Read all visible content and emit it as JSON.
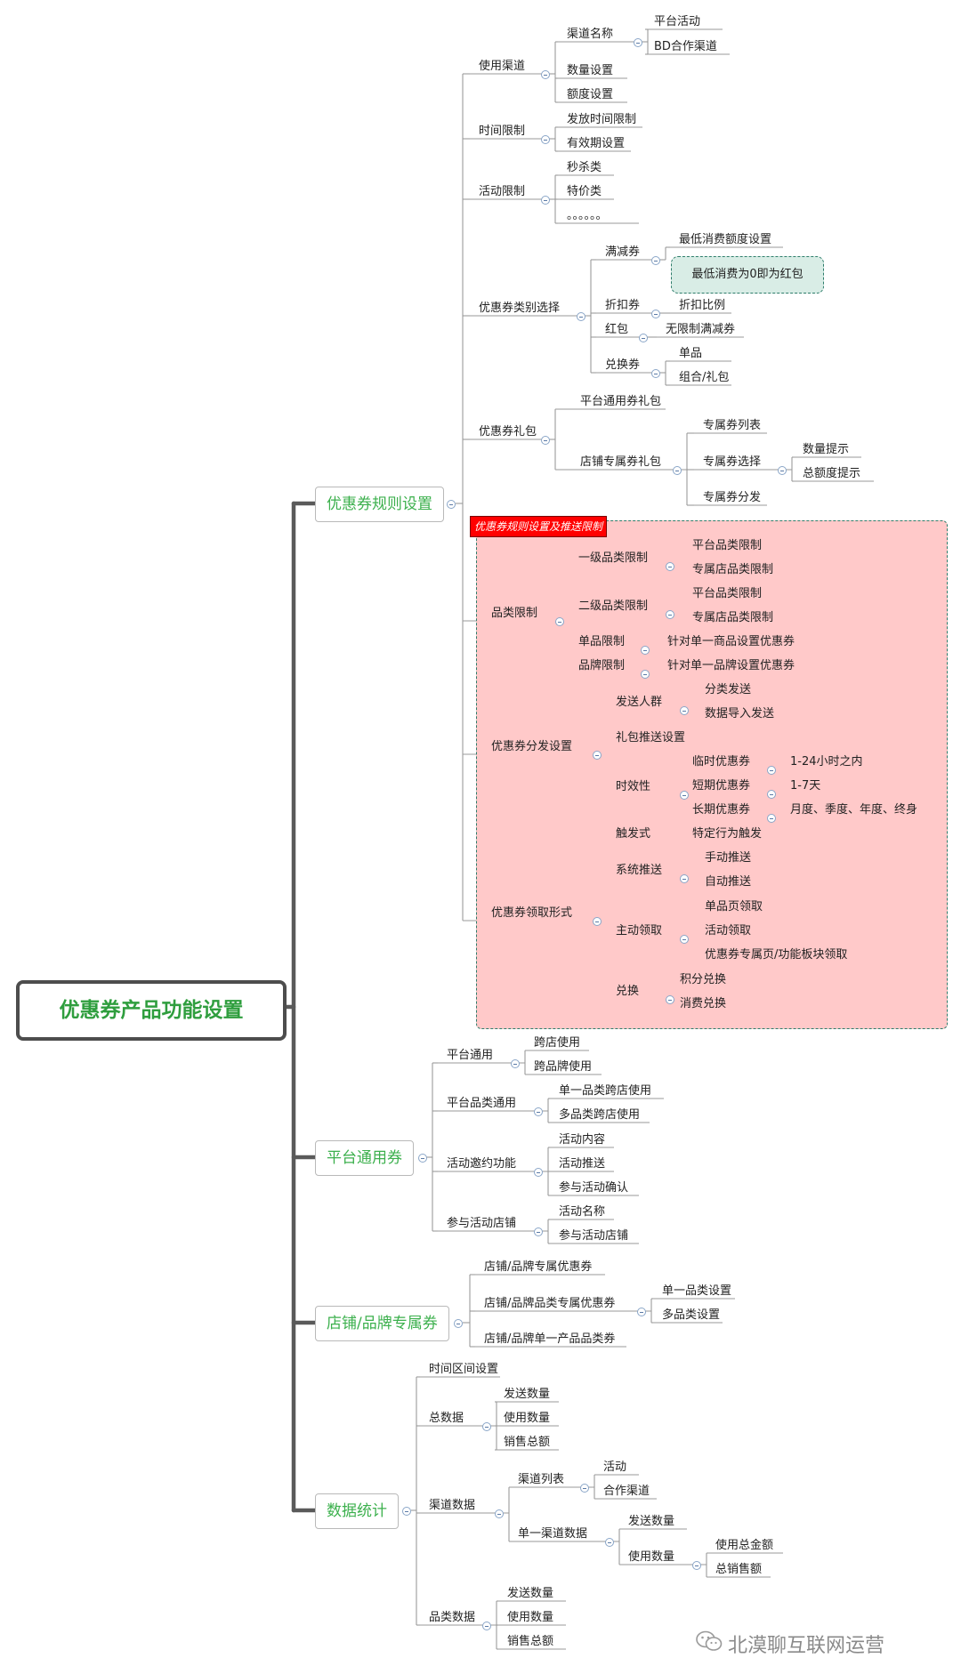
{
  "root": "优惠券产品功能设置",
  "branches": {
    "rules": "优惠券规则设置",
    "platform": "平台通用券",
    "store": "店铺/品牌专属券",
    "stats": "数据统计"
  },
  "rules": {
    "channel": "使用渠道",
    "channel_name": "渠道名称",
    "platform_activity": "平台活动",
    "bd_channel": "BD合作渠道",
    "quantity_setting": "数量设置",
    "amount_setting": "额度设置",
    "time_limit": "时间限制",
    "issue_time_limit": "发放时间限制",
    "validity_setting": "有效期设置",
    "activity_limit": "活动限制",
    "flash_sale": "秒杀类",
    "special_price": "特价类",
    "ellipsis": "。。。。。。",
    "type_select": "优惠券类别选择",
    "full_reduction": "满减券",
    "min_spend": "最低消费额度设置",
    "callout": "最低消费为0即为红包",
    "discount": "折扣券",
    "discount_ratio": "折扣比例",
    "red_packet": "红包",
    "unlimited_reduction": "无限制满减券",
    "exchange": "兑换券",
    "single_item": "单品",
    "combo_gift": "组合/礼包",
    "gift_pack": "优惠券礼包",
    "platform_gift": "平台通用券礼包",
    "store_gift": "店铺专属券礼包",
    "exclusive_list": "专属券列表",
    "exclusive_select": "专属券选择",
    "qty_hint": "数量提示",
    "total_hint": "总额度提示",
    "exclusive_dist": "专属券分发"
  },
  "pink": {
    "label": "优惠券规则设置及推送限制",
    "category_limit": "品类限制",
    "l1_limit": "一级品类限制",
    "l1_platform": "平台品类限制",
    "l1_store": "专属店品类限制",
    "l2_limit": "二级品类限制",
    "l2_platform": "平台品类限制",
    "l2_store": "专属店品类限制",
    "item_limit": "单品限制",
    "item_desc": "针对单一商品设置优惠券",
    "brand_limit": "品牌限制",
    "brand_desc": "针对单一品牌设置优惠券",
    "distribution": "优惠券分发设置",
    "send_crowd": "发送人群",
    "by_category": "分类发送",
    "data_import": "数据导入发送",
    "gift_push": "礼包推送设置",
    "timeliness": "时效性",
    "temp_coupon": "临时优惠券",
    "temp_range": "1-24小时之内",
    "short_coupon": "短期优惠券",
    "short_range": "1-7天",
    "long_coupon": "长期优惠券",
    "long_range": "月度、季度、年度、终身",
    "claim_form": "优惠券领取形式",
    "trigger": "触发式",
    "specific_behavior": "特定行为触发",
    "system_push": "系统推送",
    "manual_push": "手动推送",
    "auto_push": "自动推送",
    "active_claim": "主动领取",
    "item_page": "单品页领取",
    "activity_claim": "活动领取",
    "coupon_page": "优惠券专属页/功能板块领取",
    "redeem": "兑换",
    "points_redeem": "积分兑换",
    "spend_redeem": "消费兑换"
  },
  "platform": {
    "general": "平台通用",
    "cross_store": "跨店使用",
    "cross_brand": "跨品牌使用",
    "category_general": "平台品类通用",
    "single_cat_cross": "单一品类跨店使用",
    "multi_cat_cross": "多品类跨店使用",
    "invite": "活动邀约功能",
    "activity_content": "活动内容",
    "activity_push": "活动推送",
    "join_confirm": "参与活动确认",
    "stores": "参与活动店铺",
    "activity_name": "活动名称",
    "join_stores": "参与活动店铺"
  },
  "store": {
    "exclusive": "店铺/品牌专属优惠券",
    "category_exclusive": "店铺/品牌品类专属优惠券",
    "single_cat_setting": "单一品类设置",
    "multi_cat_setting": "多品类设置",
    "single_product": "店铺/品牌单一产品品类券"
  },
  "stats": {
    "time_range": "时间区间设置",
    "total": "总数据",
    "sent": "发送数量",
    "used": "使用数量",
    "sales": "销售总额",
    "channel_data": "渠道数据",
    "channel_list": "渠道列表",
    "activity": "活动",
    "partner_channel": "合作渠道",
    "single_channel": "单一渠道数据",
    "ch_sent": "发送数量",
    "ch_used": "使用数量",
    "used_amount": "使用总金额",
    "total_sales": "总销售额",
    "category_data": "品类数据",
    "cat_sent": "发送数量",
    "cat_used": "使用数量",
    "cat_sales": "销售总额"
  },
  "watermark": "北漠聊互联网运营",
  "colors": {
    "branch_text": "#3cb04d",
    "pink_fill": "#ffc9c9",
    "pink_border": "#2e7d6b",
    "label_red": "#ff0000",
    "spine": "#5a5a5a"
  }
}
